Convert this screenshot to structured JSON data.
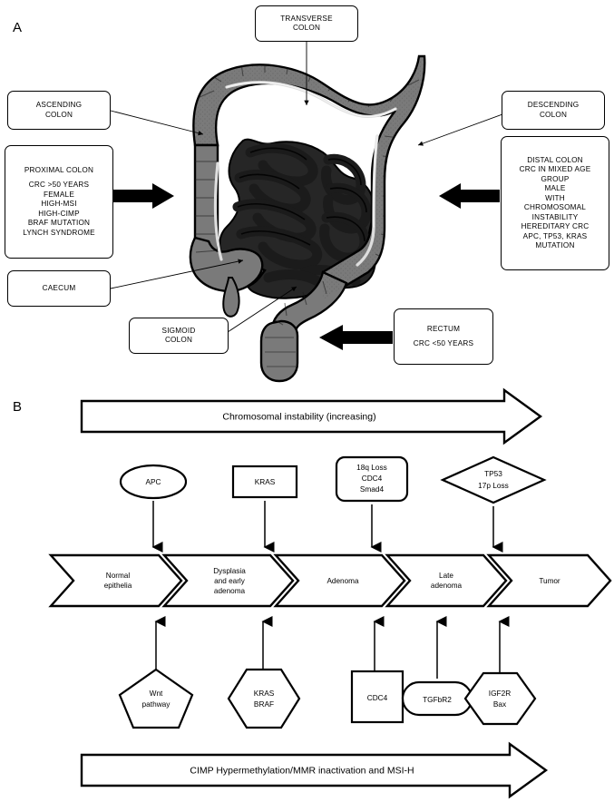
{
  "figure": {
    "panels": [
      {
        "id": "A",
        "label": "A"
      },
      {
        "id": "B",
        "label": "B"
      }
    ]
  },
  "panel_a": {
    "label": "A",
    "title_hidden": "",
    "anatomy": {
      "name": "large-intestine-illustration",
      "colon_color": "#7a7a7a",
      "small_intestine_color": "#262626",
      "outline_color": "#000000",
      "taenia_color": "#d8d8d8"
    },
    "callouts": [
      {
        "id": "transverse-colon",
        "lines": [
          "TRANSVERSE",
          "COLON"
        ]
      },
      {
        "id": "ascending-colon",
        "lines": [
          "ASCENDING",
          "COLON"
        ]
      },
      {
        "id": "descending-colon",
        "lines": [
          "DESCENDING",
          "COLON"
        ]
      },
      {
        "id": "caecum",
        "lines": [
          "CAECUM"
        ]
      },
      {
        "id": "sigmoid-colon",
        "lines": [
          "SIGMOID",
          "COLON"
        ]
      },
      {
        "id": "proximal-colon",
        "heading": "PROXIMAL COLON",
        "lines": [
          "CRC >50 YEARS",
          "FEMALE",
          "HIGH-MSI",
          "HIGH-CIMP",
          "BRAF MUTATION",
          "LYNCH SYNDROME"
        ]
      },
      {
        "id": "distal-colon",
        "heading": "DISTAL COLON",
        "lines": [
          "CRC IN MIXED AGE",
          "GROUP",
          "MALE",
          "WITH",
          "CHROMOSOMAL",
          "INSTABILITY",
          "HEREDITARY CRC",
          "APC, TP53, KRAS",
          "MUTATION"
        ]
      },
      {
        "id": "rectum",
        "heading": "RECTUM",
        "lines": [
          "CRC <50 YEARS"
        ]
      }
    ]
  },
  "panel_b": {
    "label": "B",
    "top_banner": "Chromosomal instability (increasing)",
    "bottom_banner": "CIMP Hypermethylation/MMR inactivation and MSI-H",
    "stages": [
      {
        "id": "normal-epithelia",
        "lines": [
          "Normal",
          "epithelia"
        ]
      },
      {
        "id": "dysplasia-early-adenoma",
        "lines": [
          "Dysplasia",
          "and early",
          "adenoma"
        ]
      },
      {
        "id": "adenoma",
        "lines": [
          "Adenoma"
        ]
      },
      {
        "id": "late-adenoma",
        "lines": [
          "Late",
          "adenoma"
        ]
      },
      {
        "id": "tumor",
        "lines": [
          "Tumor"
        ]
      }
    ],
    "top_markers": [
      {
        "id": "apc",
        "shape": "ellipse",
        "lines": [
          "APC"
        ]
      },
      {
        "id": "kras",
        "shape": "rectangle",
        "lines": [
          "KRAS"
        ]
      },
      {
        "id": "18q-cdc4-smad4",
        "shape": "rounded-rectangle",
        "lines": [
          "18q Loss",
          "CDC4",
          "Smad4"
        ]
      },
      {
        "id": "tp53-17p-loss",
        "shape": "diamond",
        "lines": [
          "TP53",
          "17p Loss"
        ]
      }
    ],
    "bottom_markers": [
      {
        "id": "wnt-pathway",
        "shape": "pentagon",
        "lines": [
          "Wnt",
          "pathway"
        ]
      },
      {
        "id": "kras-braf",
        "shape": "hexagon",
        "lines": [
          "KRAS",
          "BRAF"
        ]
      },
      {
        "id": "cdc4",
        "shape": "rectangle",
        "lines": [
          "CDC4"
        ]
      },
      {
        "id": "tgfbr2",
        "shape": "stadium",
        "lines": [
          "TGFbR2"
        ]
      },
      {
        "id": "igf2r-bax",
        "shape": "hexagon",
        "lines": [
          "IGF2R",
          "Bax"
        ]
      }
    ]
  }
}
